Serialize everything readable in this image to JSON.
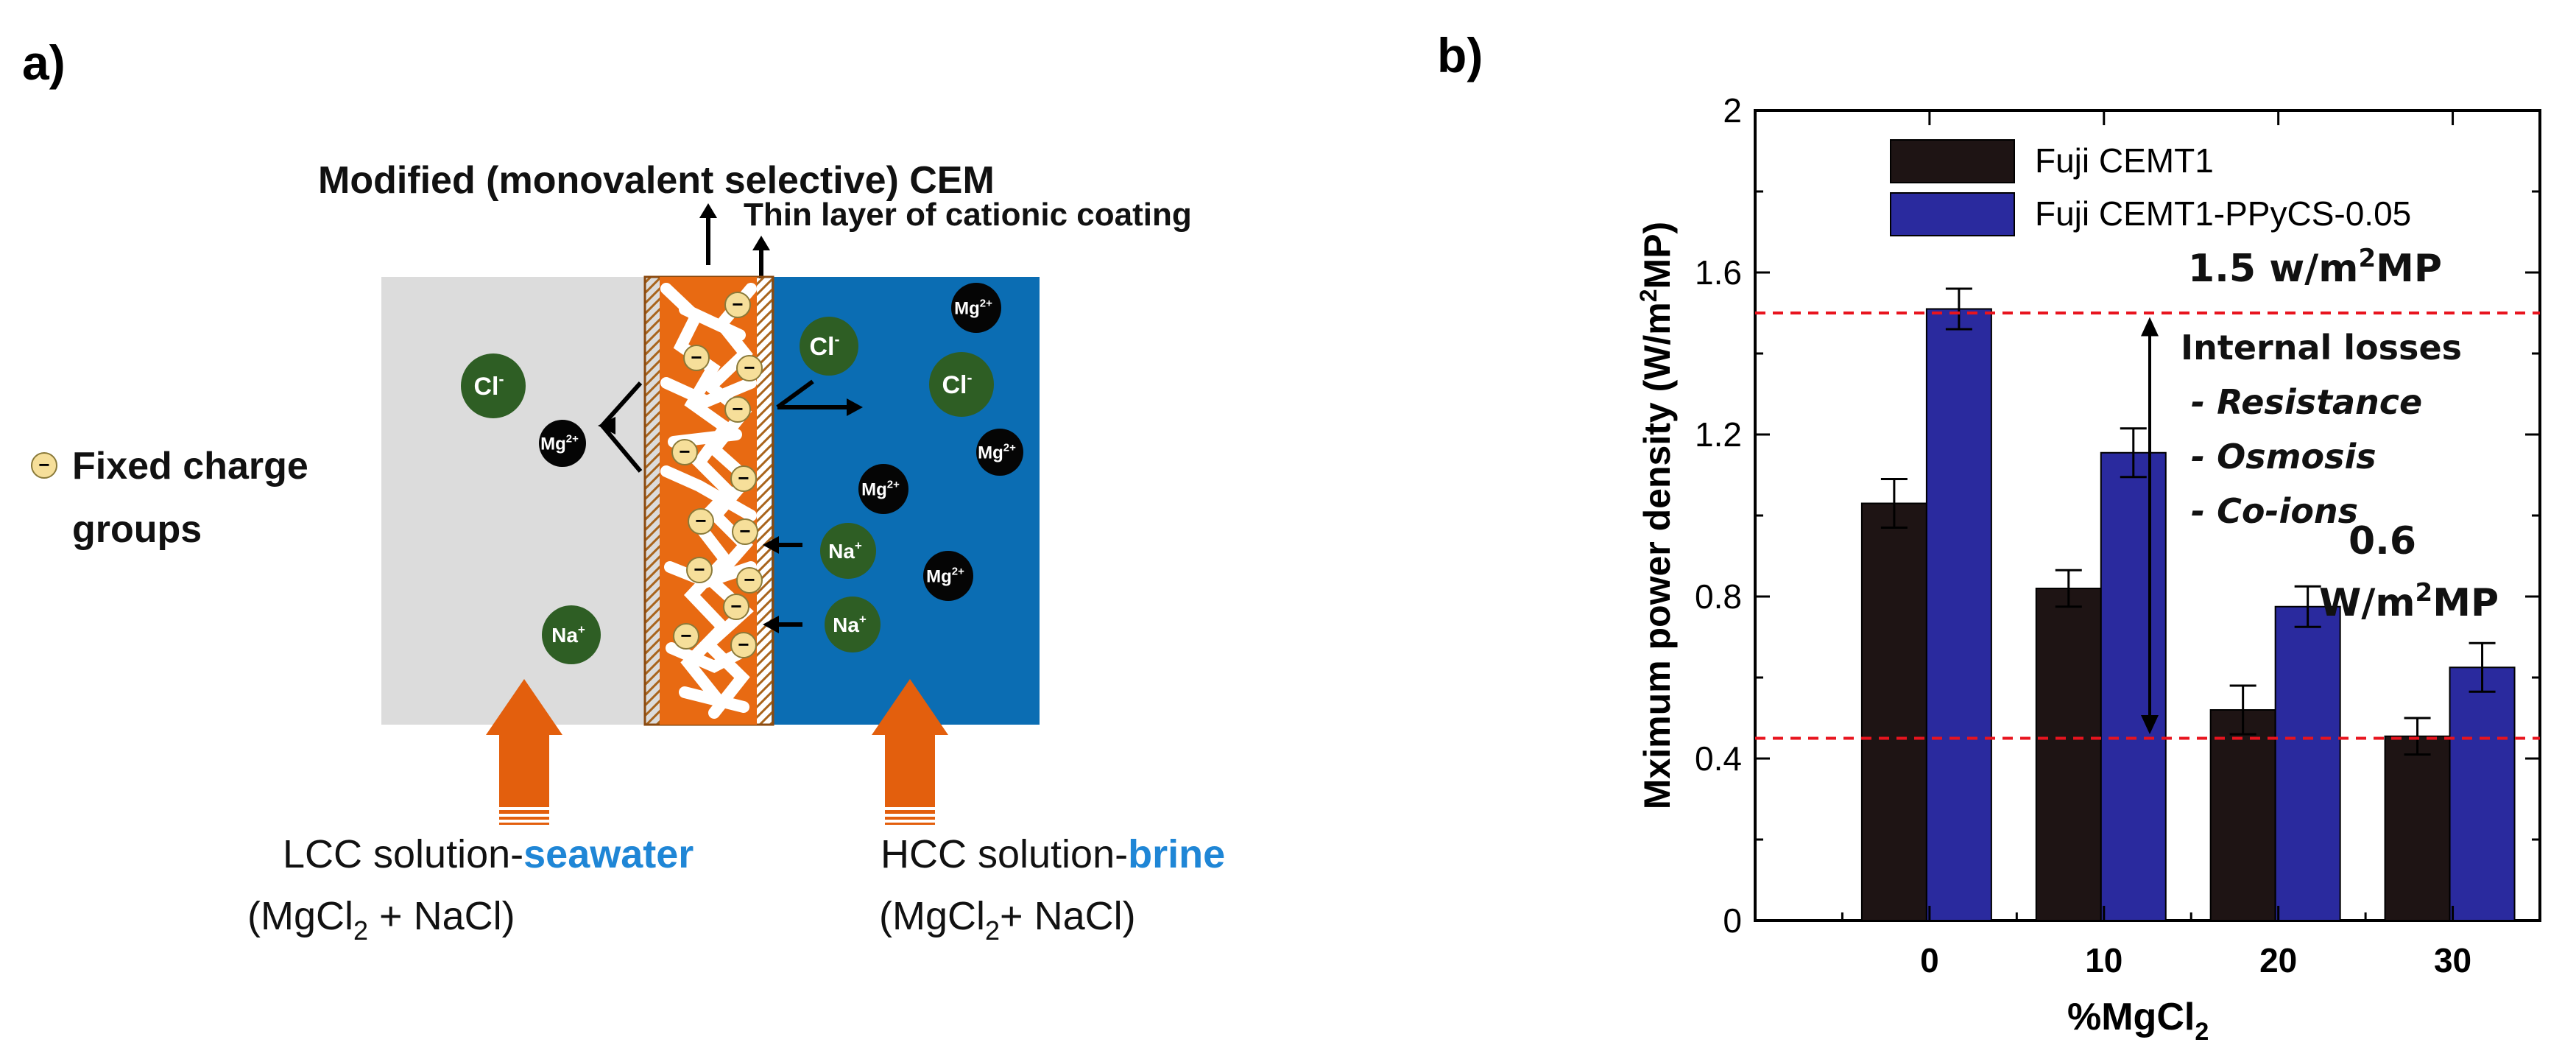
{
  "panel_a": {
    "label": "a)",
    "title": "Modified (monovalent selective) CEM",
    "coating_label": "Thin layer of cationic coating",
    "legend_line1": "Fixed charge",
    "legend_line2": "groups",
    "fixed_charge_symbol": "−",
    "ion_cl": "Cl",
    "ion_cl_charge": "-",
    "ion_mg": "Mg",
    "ion_mg_charge": "2+",
    "ion_na": "Na",
    "ion_na_charge": "+",
    "lcc_prefix": "LCC solution-",
    "lcc_highlight": "seawater",
    "lcc_formula_a": "(MgCl",
    "lcc_formula_sub": "2",
    "lcc_formula_b": " + NaCl)",
    "hcc_prefix": "HCC solution-",
    "hcc_highlight": "brine",
    "hcc_formula_a": "(MgCl",
    "hcc_formula_sub": "2",
    "hcc_formula_b": "+ NaCl)",
    "colors": {
      "lcc_bg": "#dcdcdc",
      "hcc_bg": "#0b6db3",
      "membrane": "#e86a12",
      "arrow": "#e35f0d",
      "ion_green": "#2e5e24",
      "highlight": "#1f86d6"
    }
  },
  "panel_b": {
    "label": "b)",
    "annotation_peak_a": "1.5 w/m",
    "annotation_peak_sup": "2",
    "annotation_peak_b": "MP",
    "annotation_low_line1": "0.6",
    "annotation_low_line2a": "W/m",
    "annotation_low_sup": "2",
    "annotation_low_line2b": "MP",
    "losses_title": "Internal losses",
    "losses_items": [
      "- Resistance",
      "- Osmosis",
      "- Co-ions"
    ],
    "ylabel_a": "Mximum power density (W/m",
    "ylabel_sup": "2",
    "ylabel_b": "MP)",
    "xlabel_a": "%MgCl",
    "xlabel_sub": "2"
  },
  "chart_data": {
    "type": "bar",
    "categories": [
      "0",
      "10",
      "20",
      "30"
    ],
    "x_ticks": [
      "0",
      "10",
      "20",
      "30"
    ],
    "y_ticks": [
      "0",
      "0.4",
      "0.8",
      "1.2",
      "1.6",
      "2"
    ],
    "ylim": [
      0,
      2
    ],
    "series": [
      {
        "name": "Fuji CEMT1",
        "values": [
          1.03,
          0.82,
          0.52,
          0.455
        ],
        "errors": [
          0.06,
          0.045,
          0.06,
          0.045
        ],
        "color": "#1e1414"
      },
      {
        "name": "Fuji CEMT1-PPyCS-0.05",
        "values": [
          1.51,
          1.155,
          0.775,
          0.625
        ],
        "errors": [
          0.05,
          0.06,
          0.05,
          0.06
        ],
        "color": "#2a2a9e"
      }
    ],
    "reference_lines": [
      1.5,
      0.45
    ],
    "reference_color": "#e8141e",
    "legend_position": "top"
  }
}
